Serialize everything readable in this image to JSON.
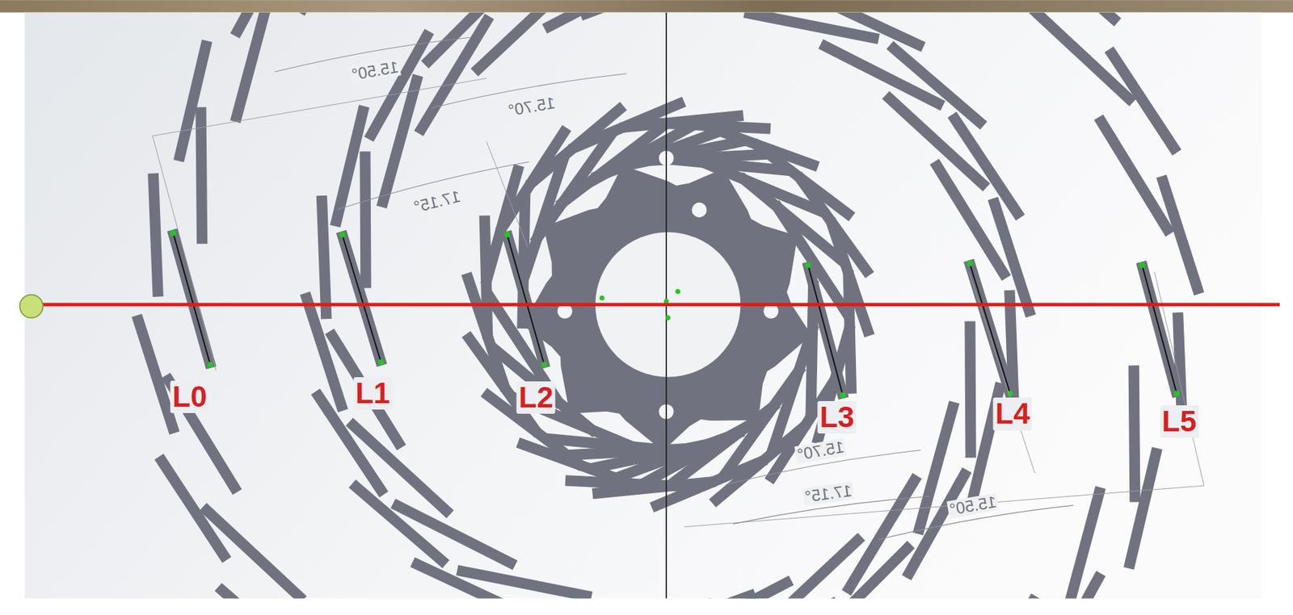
{
  "diagram": {
    "labels": [
      "15.50°",
      "15.70°",
      "17.15°",
      "L0",
      "L1",
      "L2",
      "L3",
      "L4",
      "L5",
      "15.70°",
      "17.15°",
      "15.50°"
    ]
  }
}
